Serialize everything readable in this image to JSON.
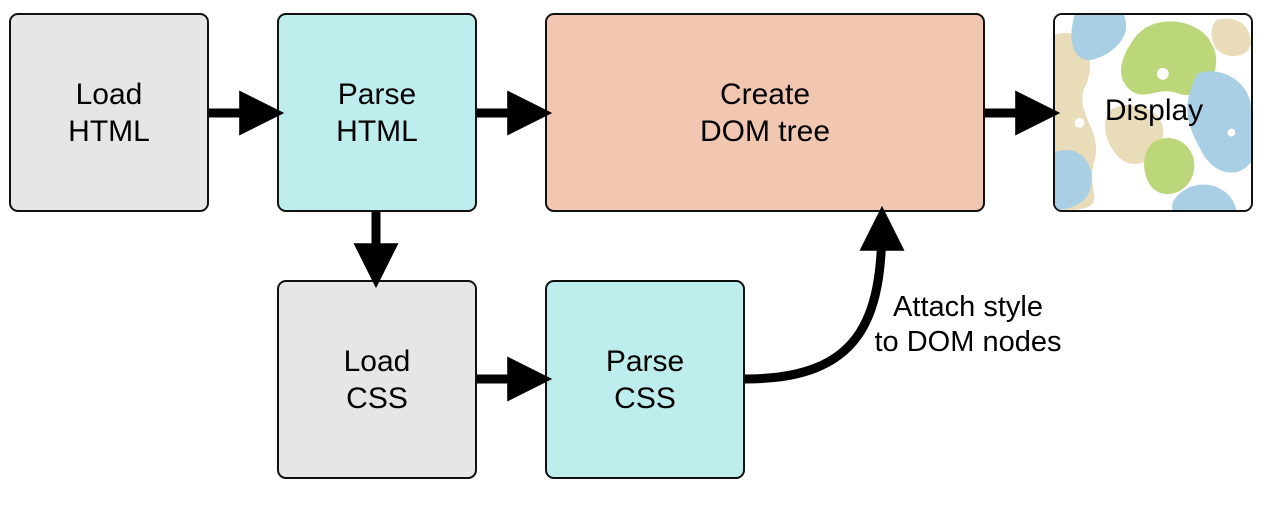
{
  "colors": {
    "grey_box": "#e6e6e6",
    "cyan_box": "#bdeeed",
    "salmon_box": "#f2c7b2",
    "border": "#111111",
    "arrow": "#000000",
    "pattern_tan": "#e8dcb9",
    "pattern_blue": "#a8cfe3",
    "pattern_green": "#bcd67a"
  },
  "nodes": {
    "load_html": {
      "line1": "Load",
      "line2": "HTML"
    },
    "parse_html": {
      "line1": "Parse",
      "line2": "HTML"
    },
    "create_dom": {
      "line1": "Create",
      "line2": "DOM tree"
    },
    "display": {
      "line1": "Display"
    },
    "load_css": {
      "line1": "Load",
      "line2": "CSS"
    },
    "parse_css": {
      "line1": "Parse",
      "line2": "CSS"
    }
  },
  "edges": {
    "attach_style": {
      "line1": "Attach style",
      "line2": "to DOM nodes"
    }
  }
}
